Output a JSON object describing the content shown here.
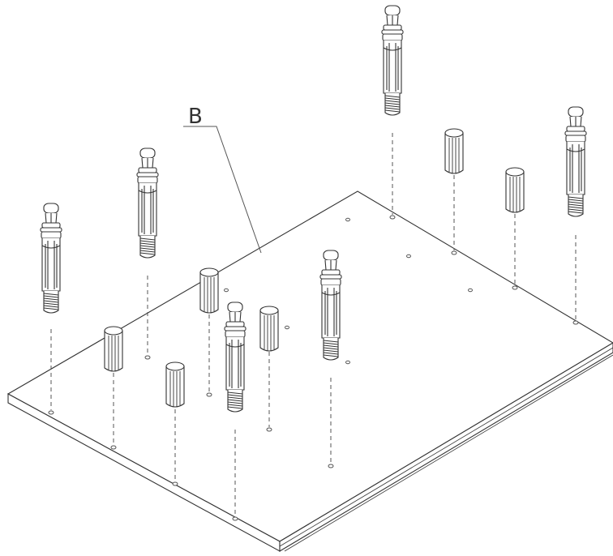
{
  "diagram": {
    "part_label": "B",
    "part_name": "panel",
    "long_connector_count": 6,
    "short_dowel_count": 6,
    "icons": [
      "panel",
      "long-connector-bolt",
      "wooden-dowel",
      "pre-drilled-hole",
      "leader-line"
    ],
    "colors": {
      "line": "#333333",
      "hole": "#555555",
      "background": "#ffffff"
    }
  }
}
